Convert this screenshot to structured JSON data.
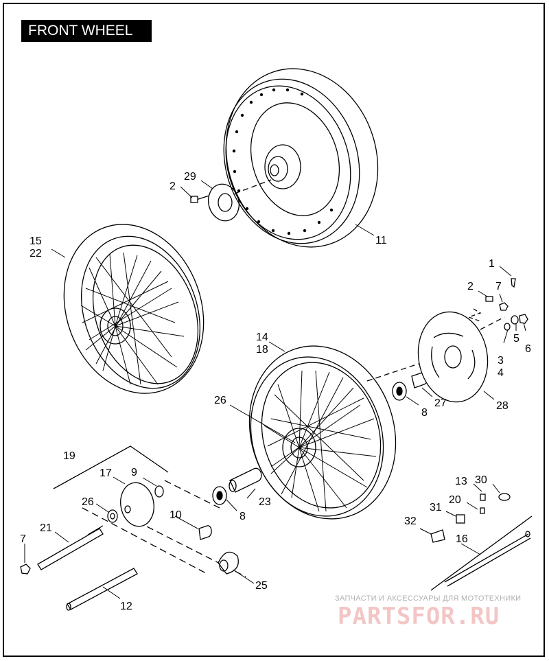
{
  "title": "FRONT WHEEL",
  "callouts": {
    "c1": "1",
    "c2a": "2",
    "c2b": "2",
    "c3": "3",
    "c4": "4",
    "c5": "5",
    "c6": "6",
    "c7a": "7",
    "c7b": "7",
    "c8a": "8",
    "c8b": "8",
    "c9": "9",
    "c10": "10",
    "c11": "11",
    "c12": "12",
    "c13": "13",
    "c14": "14",
    "c15": "15",
    "c16": "16",
    "c17": "17",
    "c18": "18",
    "c19": "19",
    "c20": "20",
    "c21": "21",
    "c22": "22",
    "c23": "23",
    "c25": "25",
    "c26": "26",
    "c27": "27",
    "c28": "28",
    "c29": "29",
    "c30": "30",
    "c31": "31",
    "c32": "32"
  },
  "watermark": {
    "subtitle": "ЗАПЧАСТИ И АКСЕССУАРЫ ДЛЯ МОТОТЕХНИКИ",
    "brand": "PARTSFOR.RU"
  }
}
